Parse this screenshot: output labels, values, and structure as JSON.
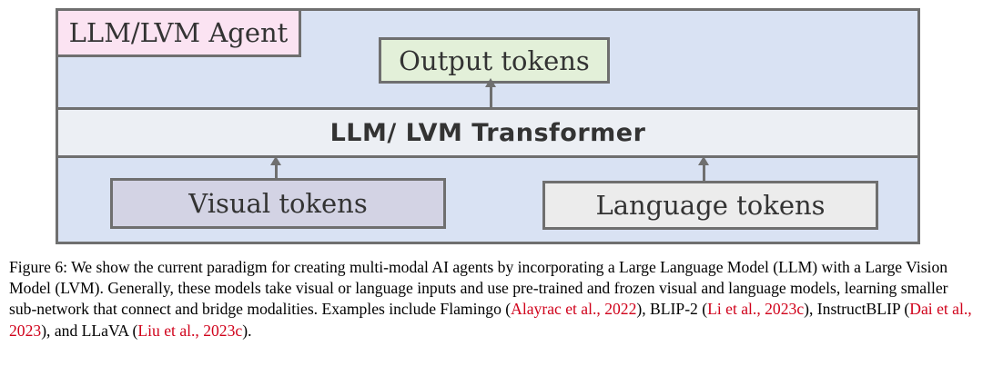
{
  "diagram": {
    "agent_label": "LLM/LVM Agent",
    "output_label": "Output tokens",
    "transformer_label": "LLM/ LVM Transformer",
    "visual_label": "Visual tokens",
    "language_label": "Language tokens"
  },
  "caption": {
    "text1": "Figure 6: We show the current paradigm for creating multi-modal AI agents by incorporating a Large Language Model (LLM) with a Large Vision Model (LVM). Generally, these models take visual or language inputs and use pre-trained and frozen visual and language models, learning smaller sub-network that connect and bridge modalities. Examples include Flamingo (",
    "cite1": "Alayrac et al., 2022",
    "text2": "), BLIP-2 (",
    "cite2": "Li et al., 2023c",
    "text3": "), InstructBLIP (",
    "cite3": "Dai et al., 2023",
    "text4": "), and LLaVA (",
    "cite4": "Liu et al., 2023c",
    "text5": ")."
  },
  "colors": {
    "outer_bg": "#d9e2f3",
    "agent_bg": "#fbe3f2",
    "output_bg": "#e3f0d9",
    "transformer_bg": "#eceff4",
    "visual_bg": "#d3d3e4",
    "language_bg": "#ececec",
    "citation": "#d0021b"
  }
}
